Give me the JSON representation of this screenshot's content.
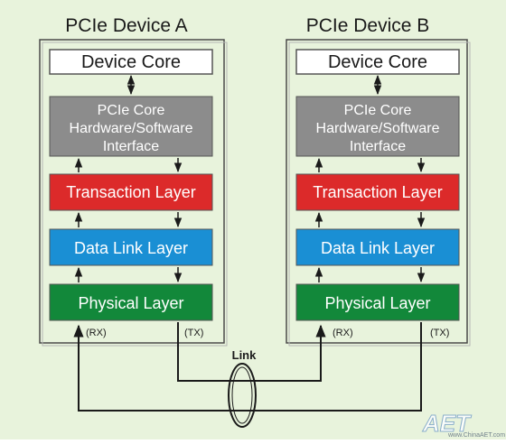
{
  "devices": [
    {
      "title": "PCIe Device A",
      "device_core": "Device Core",
      "interface_line1": "PCIe Core",
      "interface_line2": "Hardware/Software",
      "interface_line3": "Interface",
      "transaction_layer": "Transaction Layer",
      "data_link_layer": "Data Link Layer",
      "physical_layer": "Physical Layer",
      "rx": "(RX)",
      "tx": "(TX)"
    },
    {
      "title": "PCIe Device B",
      "device_core": "Device Core",
      "interface_line1": "PCIe Core",
      "interface_line2": "Hardware/Software",
      "interface_line3": "Interface",
      "transaction_layer": "Transaction Layer",
      "data_link_layer": "Data Link Layer",
      "physical_layer": "Physical Layer",
      "rx": "(RX)",
      "tx": "(TX)"
    }
  ],
  "link_label": "Link",
  "watermark": {
    "logo": "AET",
    "url": "www.ChinaAET.com"
  },
  "colors": {
    "background": "#e8f3dc",
    "interface": "#8c8c8c",
    "transaction": "#dc2a2a",
    "data_link": "#1a8fd4",
    "physical": "#12883a"
  }
}
